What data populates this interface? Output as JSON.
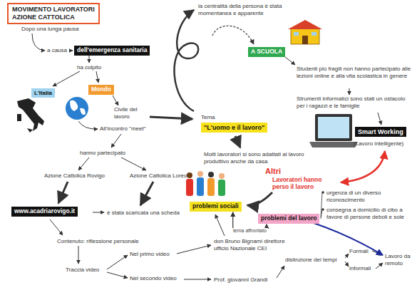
{
  "diagram": {
    "title": "MOVIMENTO LAVORATORI AZIONE CATTOLICA",
    "nodes": [
      {
        "text": [
          "dell'emergenza sanitaria"
        ]
      },
      {
        "text": [
          "L'Italia"
        ]
      },
      {
        "text": [
          "Mondo"
        ]
      },
      {
        "text": [
          "\"L'uomo e il lavoro\""
        ]
      },
      {
        "text": [
          "A SCUOLA"
        ]
      },
      {
        "text": [
          "Smart Working"
        ]
      },
      {
        "text": [
          "www.acadriarovigo.it"
        ]
      },
      {
        "text": [
          "problemi sociali"
        ]
      },
      {
        "text": [
          "problemi del lavoro"
        ]
      }
    ],
    "edges": [
      {
        "from": 7,
        "to": 8,
        "arrow": "both",
        "label": "tema affrontato"
      }
    ],
    "labels": [
      "Dopo una lunga pausa",
      "a causa",
      "ha colpito",
      "Civile del lavoro",
      "All'incontro \"meet\"",
      "hanno partecipato",
      "Azione Cattolica Rovigo",
      "Azione Cattolica Loreo",
      "è stata scaricata una scheda",
      "Contenuto: riflessione personale",
      "Traccia video",
      "Nel primo video",
      "Nel secondo video",
      "don Bruno Bignami direttore ufficio Nazionale CEI",
      "Prof. giovanni Grandi",
      "Tema",
      "la centralità della persona è stata momentanea e apparente",
      "Studenti più fragili non hanno partecipato alle lezioni online e alla vita scolastica in genere",
      "Strumenti informatici sono stati un ostacolo per i ragazzi e le famiglie",
      "(Lavoro intelligente)",
      "Molti lavoratori si sono adattati al lavoro produttivo anche da casa",
      "Altri",
      "Lavoratori hanno perso il lavoro",
      "urgenza di un diverso riconoscimento",
      "consegna a domicilio di cibo a favore di persone deboli e sole",
      "distinzione dei tempi",
      "Formali",
      "informali",
      "Lavoro da remoto"
    ]
  }
}
